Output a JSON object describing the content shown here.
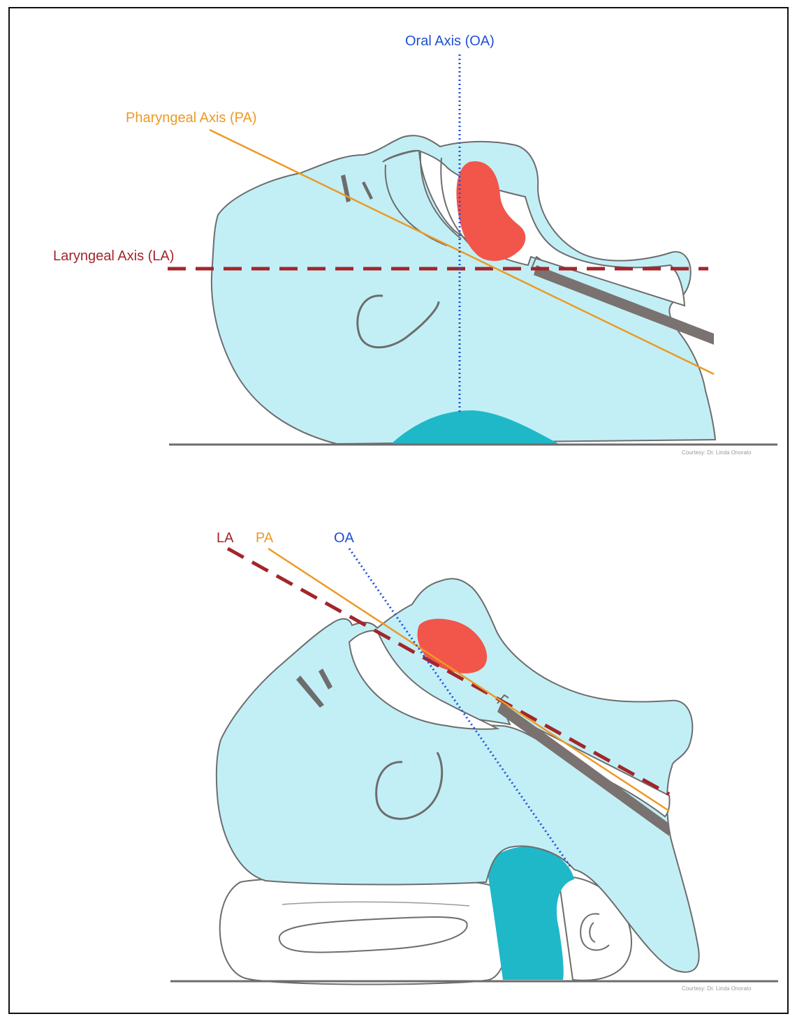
{
  "colors": {
    "skin": "#c2eff5",
    "outline": "#6d6d6d",
    "tongue": "#f2554a",
    "pillow": "#1fb8c8",
    "tube": "#7a7270",
    "laryngeal": "#a3252a",
    "pharyngeal": "#ec9a24",
    "oral": "#1f4fd6"
  },
  "top_diagram": {
    "oral_axis_label": "Oral Axis (OA)",
    "pharyngeal_axis_label": "Pharyngeal Axis (PA)",
    "laryngeal_axis_label": "Laryngeal Axis (LA)",
    "courtesy": "Courtesy: Dr. Linda Onorato"
  },
  "bottom_diagram": {
    "laryngeal_axis_label": "LA",
    "pharyngeal_axis_label": "PA",
    "oral_axis_label": "OA",
    "courtesy": "Courtesy: Dr. Linda Onorato"
  }
}
